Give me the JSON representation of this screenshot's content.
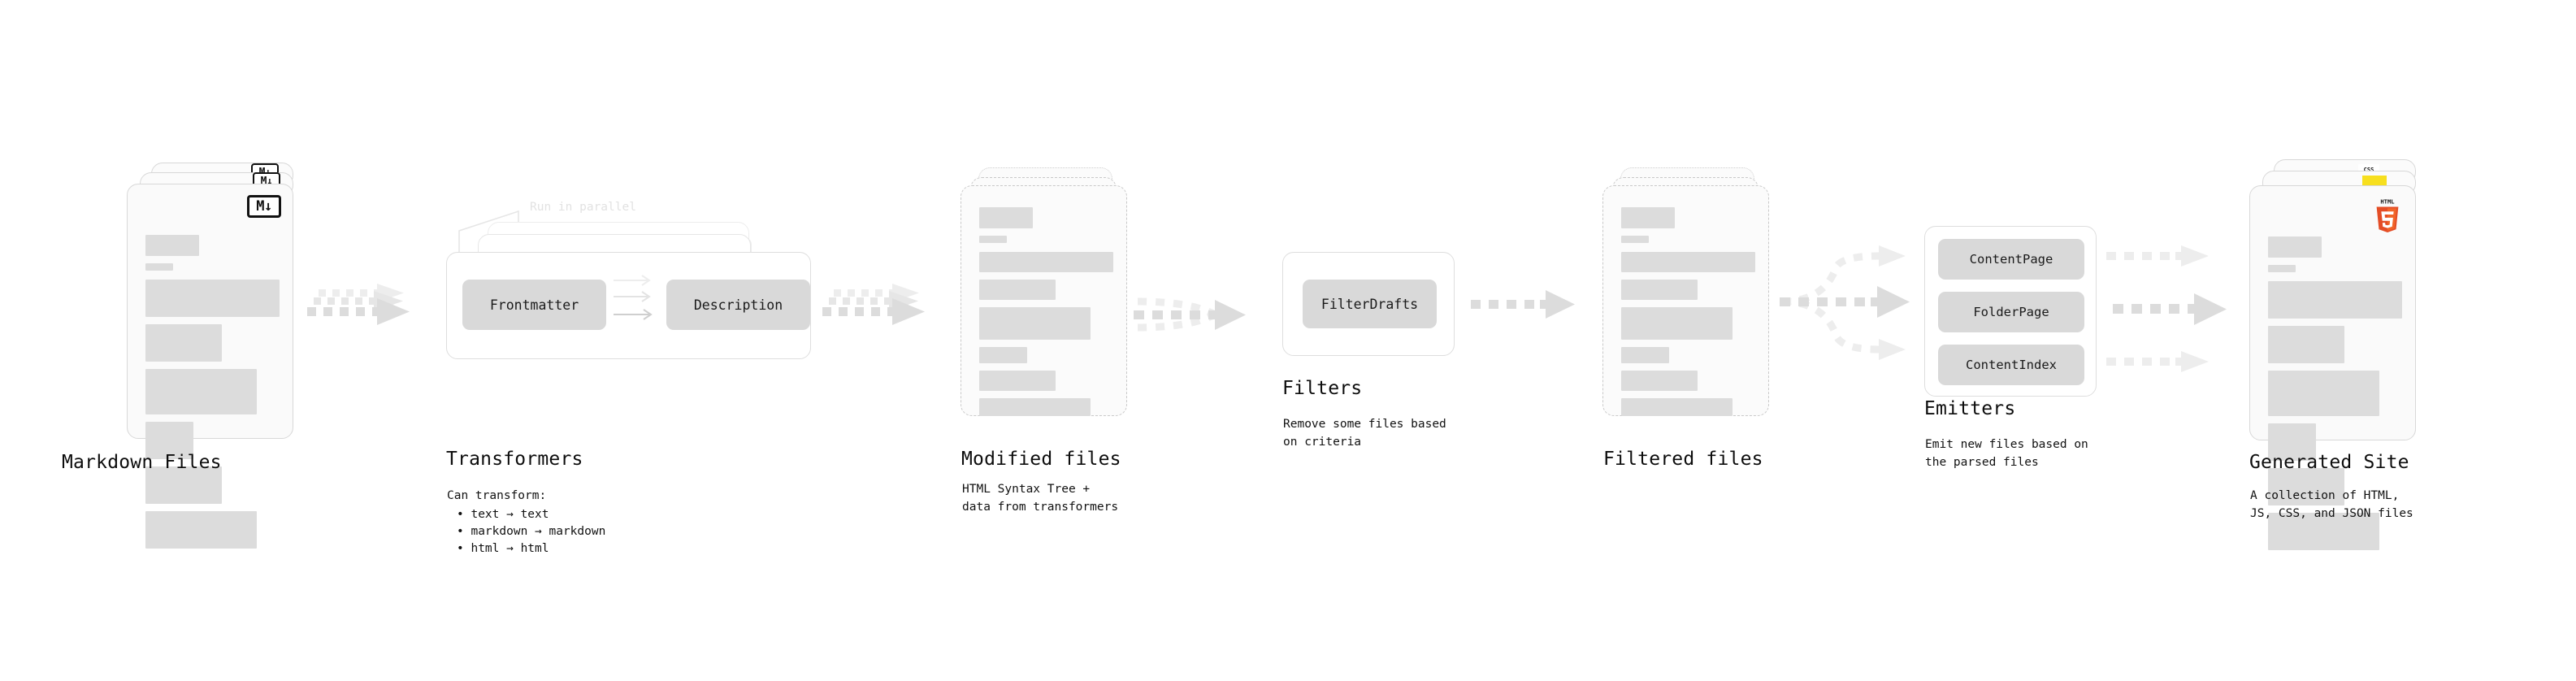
{
  "diagram": {
    "type": "pipeline-flow",
    "background": "#ffffff",
    "accent_colors": {
      "placeholder": "#dcdcdc",
      "chip": "#d9d9d9",
      "arrow": "#d9d9d9",
      "border": "#dedede",
      "html5": "#e44d26",
      "js": "#f7df1e",
      "css": "#2965f1"
    }
  },
  "stages": [
    {
      "id": "markdown-files",
      "title": "Markdown Files",
      "subtitle": "",
      "icon": "markdown-icon",
      "icon_label": "M↓"
    },
    {
      "id": "transformers",
      "title": "Transformers",
      "subtitle": "Can transform:",
      "ghost_label": "Run in parallel",
      "chips": [
        "Frontmatter",
        "Description"
      ],
      "bullets": [
        "• text → text",
        "• markdown → markdown",
        "• html → html"
      ]
    },
    {
      "id": "modified-files",
      "title": "Modified files",
      "subtitle_line1": "HTML Syntax Tree +",
      "subtitle_line2": "data from transformers"
    },
    {
      "id": "filters",
      "title": "Filters",
      "subtitle_line1": "Remove some files based",
      "subtitle_line2": "on criteria",
      "chips": [
        "FilterDrafts"
      ]
    },
    {
      "id": "filtered-files",
      "title": "Filtered files",
      "subtitle": ""
    },
    {
      "id": "emitters",
      "title": "Emitters",
      "subtitle_line1": "Emit new files based on",
      "subtitle_line2": "the parsed files",
      "chips": [
        "ContentPage",
        "FolderPage",
        "ContentIndex"
      ]
    },
    {
      "id": "generated-site",
      "title": "Generated Site",
      "subtitle_line1": "A collection of HTML,",
      "subtitle_line2": "JS, CSS, and JSON files",
      "icons": [
        "html5-icon",
        "js-icon",
        "css-icon"
      ],
      "icon_labels": {
        "html5_top": "HTML",
        "html5_num": "5",
        "css": "CSS"
      }
    }
  ]
}
